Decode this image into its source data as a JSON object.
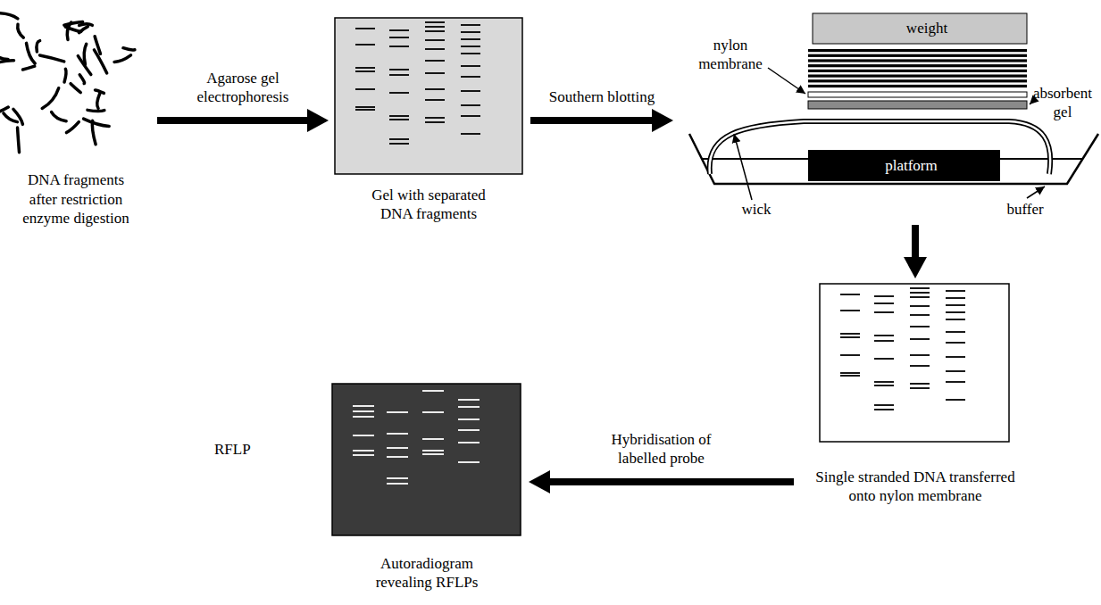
{
  "diagram": {
    "nodes": [
      {
        "text": [
          "DNA fragments after restriction enzyme digestion"
        ]
      },
      {
        "text": [
          "Gel with separated DNA fragments"
        ]
      },
      {
        "text": [
          "nylon membrane",
          "absorbent gel",
          "wick",
          "buffer"
        ]
      },
      {
        "text": [
          "weight"
        ],
        "in": 2
      },
      {
        "text": [
          "platform"
        ],
        "in": 2
      },
      {
        "text": [
          "Single stranded DNA transferred onto nylon membrane"
        ]
      },
      {
        "text": [
          "Autoradiogram revealing RFLPs"
        ]
      }
    ],
    "edges": [
      {
        "from": 0,
        "to": 1,
        "label": "Agarose gel electrophoresis",
        "arrow": "to"
      },
      {
        "from": 1,
        "to": 2,
        "label": "Southern blotting",
        "arrow": "to"
      },
      {
        "from": 2,
        "to": 5,
        "arrow": "to"
      },
      {
        "from": 5,
        "to": 6,
        "label": "Hybridisation of labelled probe",
        "arrow": "to"
      }
    ],
    "labels": [
      "RFLP"
    ]
  }
}
